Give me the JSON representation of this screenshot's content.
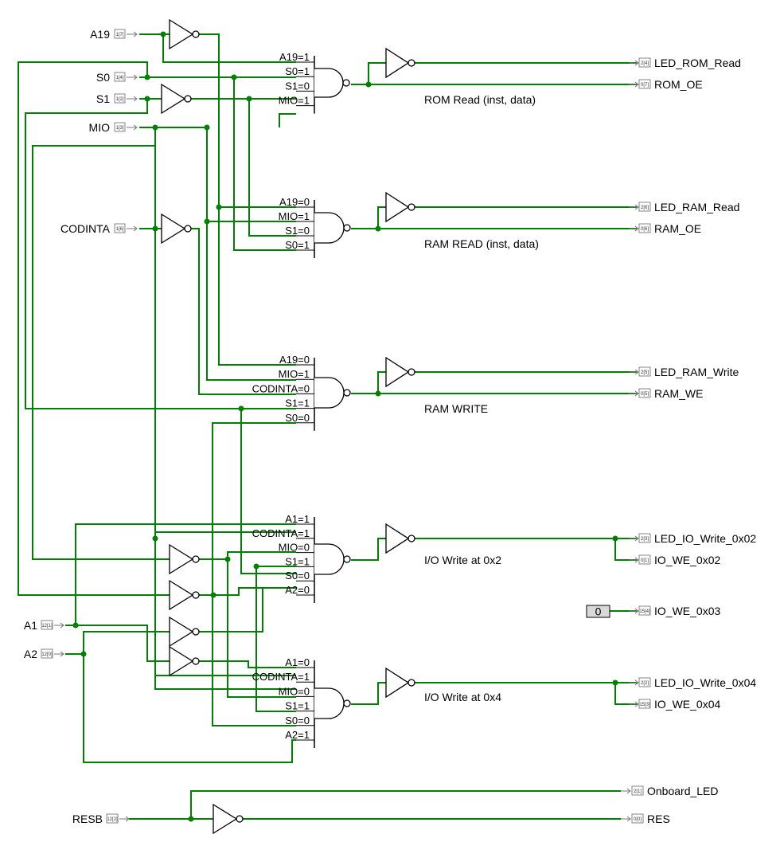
{
  "inputs": [
    {
      "key": "a19",
      "label": "A19",
      "pin": "1[7]"
    },
    {
      "key": "s0",
      "label": "S0",
      "pin": "1[4]"
    },
    {
      "key": "s1",
      "label": "S1",
      "pin": "1[2]"
    },
    {
      "key": "mio",
      "label": "MIO",
      "pin": "1[3]"
    },
    {
      "key": "codinta",
      "label": "CODINTA",
      "pin": "1[6]"
    },
    {
      "key": "a1",
      "label": "A1",
      "pin": "12[1]"
    },
    {
      "key": "a2",
      "label": "A2",
      "pin": "12[0]"
    },
    {
      "key": "resb",
      "label": "RESB",
      "pin": "12[2]"
    }
  ],
  "outputs": [
    {
      "key": "led_rom_read",
      "label": "LED_ROM_Read",
      "pin": "2[4]"
    },
    {
      "key": "rom_oe",
      "label": "ROM_OE",
      "pin": "0[7]"
    },
    {
      "key": "led_ram_read",
      "label": "LED_RAM_Read",
      "pin": "2[6]"
    },
    {
      "key": "ram_oe",
      "label": "RAM_OE",
      "pin": "0[6]"
    },
    {
      "key": "led_ram_write",
      "label": "LED_RAM_Write",
      "pin": "2[5]"
    },
    {
      "key": "ram_we",
      "label": "RAM_WE",
      "pin": "0[5]"
    },
    {
      "key": "led_io_02",
      "label": "LED_IO_Write_0x02",
      "pin": "2[3]"
    },
    {
      "key": "io_we_02",
      "label": "IO_WE_0x02",
      "pin": "0[1]"
    },
    {
      "key": "io_we_03",
      "label": "IO_WE_0x03",
      "pin": "15[4]"
    },
    {
      "key": "led_io_04",
      "label": "LED_IO_Write_0x04",
      "pin": "2[2]"
    },
    {
      "key": "io_we_04",
      "label": "IO_WE_0x04",
      "pin": "15[3]"
    },
    {
      "key": "onboard_led",
      "label": "Onboard_LED",
      "pin": "2[1]"
    },
    {
      "key": "res",
      "label": "RES",
      "pin": "0[0]"
    }
  ],
  "constant": {
    "value": "0"
  },
  "gates": [
    {
      "key": "rom",
      "note": "ROM Read (inst, data)",
      "inputs": [
        "A19=1",
        "S0=1",
        "S1=0",
        "MIO=1"
      ]
    },
    {
      "key": "ramr",
      "note": "RAM READ (inst, data)",
      "inputs": [
        "A19=0",
        "MIO=1",
        "S1=0",
        "S0=1"
      ]
    },
    {
      "key": "ramw",
      "note": "RAM WRITE",
      "inputs": [
        "A19=0",
        "MIO=1",
        "CODINTA=0",
        "S1=1",
        "S0=0"
      ]
    },
    {
      "key": "io2",
      "note": "I/O Write at 0x2",
      "inputs": [
        "A1=1",
        "CODINTA=1",
        "MIO=0",
        "S1=1",
        "S0=0",
        "A2=0"
      ]
    },
    {
      "key": "io4",
      "note": "I/O Write at 0x4",
      "inputs": [
        "A1=0",
        "CODINTA=1",
        "MIO=0",
        "S1=1",
        "S0=0",
        "A2=1"
      ]
    }
  ]
}
